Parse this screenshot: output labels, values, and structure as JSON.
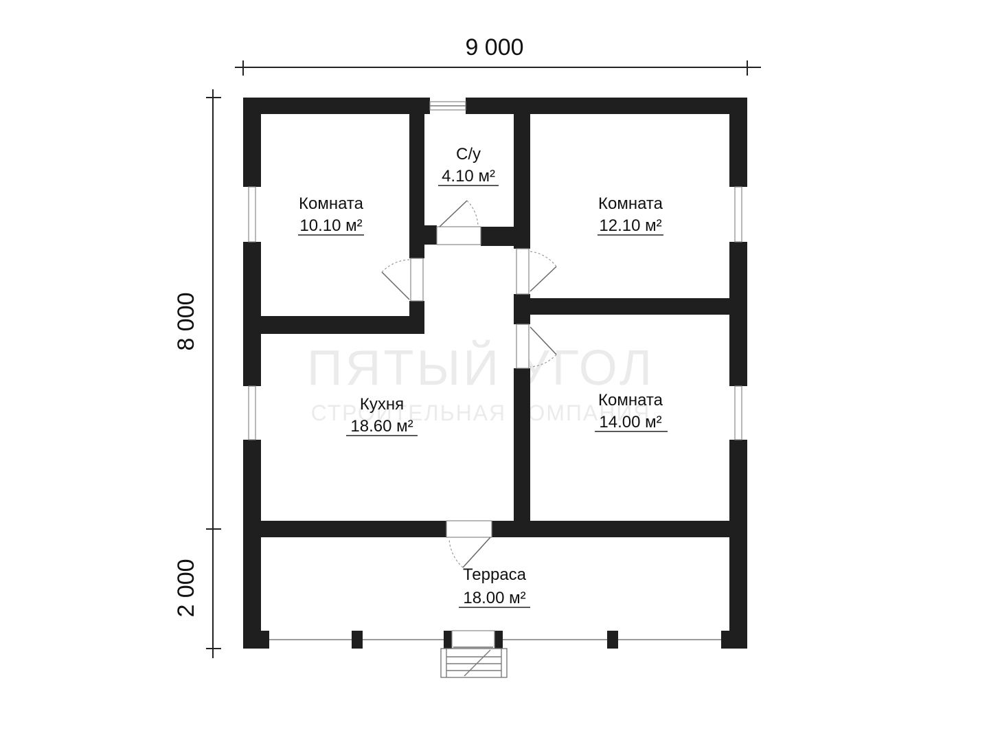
{
  "dimensions": {
    "width_label": "9 000",
    "height_house_label": "8 000",
    "height_terrace_label": "2 000"
  },
  "rooms": [
    {
      "name": "Комната",
      "area": "10.10 м²"
    },
    {
      "name": "С/у",
      "area": "4.10 м²"
    },
    {
      "name": "Комната",
      "area": "12.10 м²"
    },
    {
      "name": "Кухня",
      "area": "18.60 м²"
    },
    {
      "name": "Комната",
      "area": "14.00 м²"
    },
    {
      "name": "Терраса",
      "area": "18.00 м²"
    }
  ],
  "watermark": {
    "title": "ПЯТЫЙ УГОЛ",
    "subtitle": "СТРОИТЕЛЬНАЯ КОМПАНИЯ"
  },
  "colors": {
    "wall": "#1f1f1f",
    "background": "#ffffff"
  }
}
